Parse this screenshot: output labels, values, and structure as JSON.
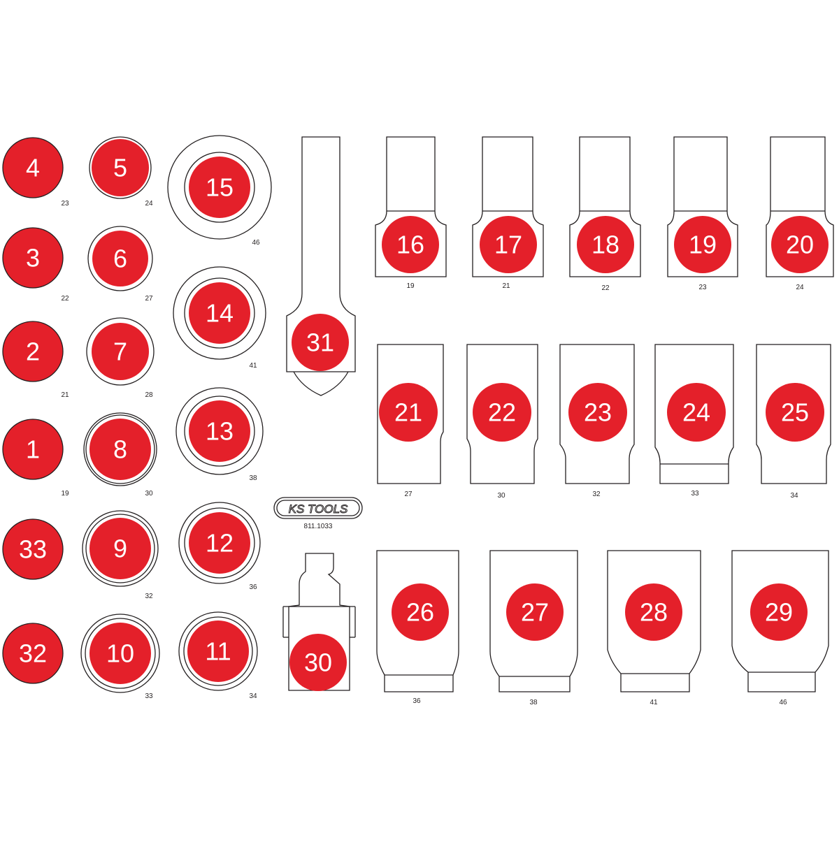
{
  "colors": {
    "badge": "#e4202a",
    "line": "#231f20",
    "background": "#ffffff"
  },
  "brand": {
    "logo_text": "KS TOOLS",
    "article_number": "811.1033"
  },
  "round_pockets": [
    {
      "num": "4",
      "size": "23"
    },
    {
      "num": "3",
      "size": "22"
    },
    {
      "num": "2",
      "size": "21"
    },
    {
      "num": "1",
      "size": "19"
    },
    {
      "num": "33",
      "size": ""
    },
    {
      "num": "32",
      "size": ""
    },
    {
      "num": "5",
      "size": "24"
    },
    {
      "num": "6",
      "size": "27"
    },
    {
      "num": "7",
      "size": "28"
    },
    {
      "num": "8",
      "size": "30"
    },
    {
      "num": "9",
      "size": "32"
    },
    {
      "num": "10",
      "size": "33"
    },
    {
      "num": "15",
      "size": "46"
    },
    {
      "num": "14",
      "size": "41"
    },
    {
      "num": "13",
      "size": "38"
    },
    {
      "num": "12",
      "size": "36"
    },
    {
      "num": "11",
      "size": "34"
    }
  ],
  "short_sockets": [
    {
      "num": "16",
      "size": "19"
    },
    {
      "num": "17",
      "size": "21"
    },
    {
      "num": "18",
      "size": "22"
    },
    {
      "num": "19",
      "size": "23"
    },
    {
      "num": "20",
      "size": "24"
    }
  ],
  "long_sockets": [
    {
      "num": "21",
      "size": "27"
    },
    {
      "num": "22",
      "size": "30"
    },
    {
      "num": "23",
      "size": "32"
    },
    {
      "num": "24",
      "size": "33"
    },
    {
      "num": "25",
      "size": "34"
    }
  ],
  "large_sockets": [
    {
      "num": "26",
      "size": "36"
    },
    {
      "num": "27",
      "size": "38"
    },
    {
      "num": "28",
      "size": "41"
    },
    {
      "num": "29",
      "size": "46"
    }
  ],
  "tools": [
    {
      "num": "31"
    },
    {
      "num": "30"
    }
  ]
}
